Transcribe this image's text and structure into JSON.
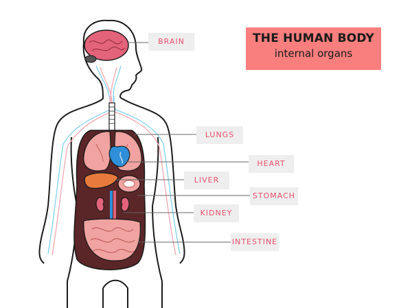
{
  "title": {
    "main": "THE HUMAN BODY",
    "sub": "internal organs"
  },
  "labels": {
    "brain": "BRAIN",
    "lungs": "LUNGS",
    "heart": "HEART",
    "liver": "LIVER",
    "stomach": "STOMACH",
    "kidney": "KIDNEY",
    "intestine": "INTESTINE"
  },
  "colors": {
    "title_bg": "#f97e7e",
    "label_bg": "#eeeeee",
    "label_text": "#e8506e",
    "outline": "#1a1a1a",
    "torso_cavity": "#5a2628",
    "organ_pink": "#f0a3a0",
    "vein_blue": "#7fd0ea",
    "artery_pink": "#f3a6b4",
    "liver_orange": "#e87b3c",
    "heart_blue": "#2f8fd8"
  }
}
